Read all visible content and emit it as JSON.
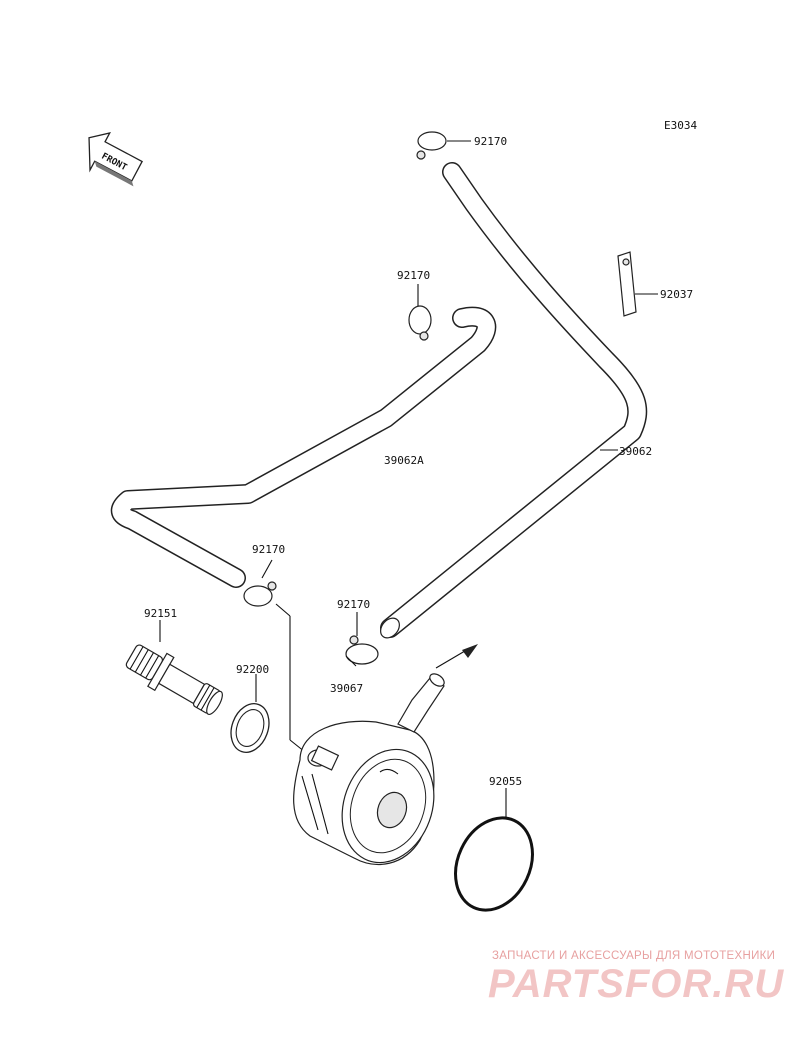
{
  "diagram_code": "E3034",
  "front_label": "FRONT",
  "parts": {
    "clamp_top": "92170",
    "clamp_mid": "92170",
    "clamp_left": "92170",
    "clamp_right": "92170",
    "hose_long": "39062",
    "hose_short": "39062A",
    "band": "92037",
    "bolt": "92151",
    "gasket": "92200",
    "oring": "92055",
    "cooler": "39067"
  },
  "watermark": {
    "tagline": "ЗАПЧАСТИ И АКСЕССУАРЫ ДЛЯ МОТОТЕХНИКИ",
    "logo": "PARTSFOR.RU"
  }
}
